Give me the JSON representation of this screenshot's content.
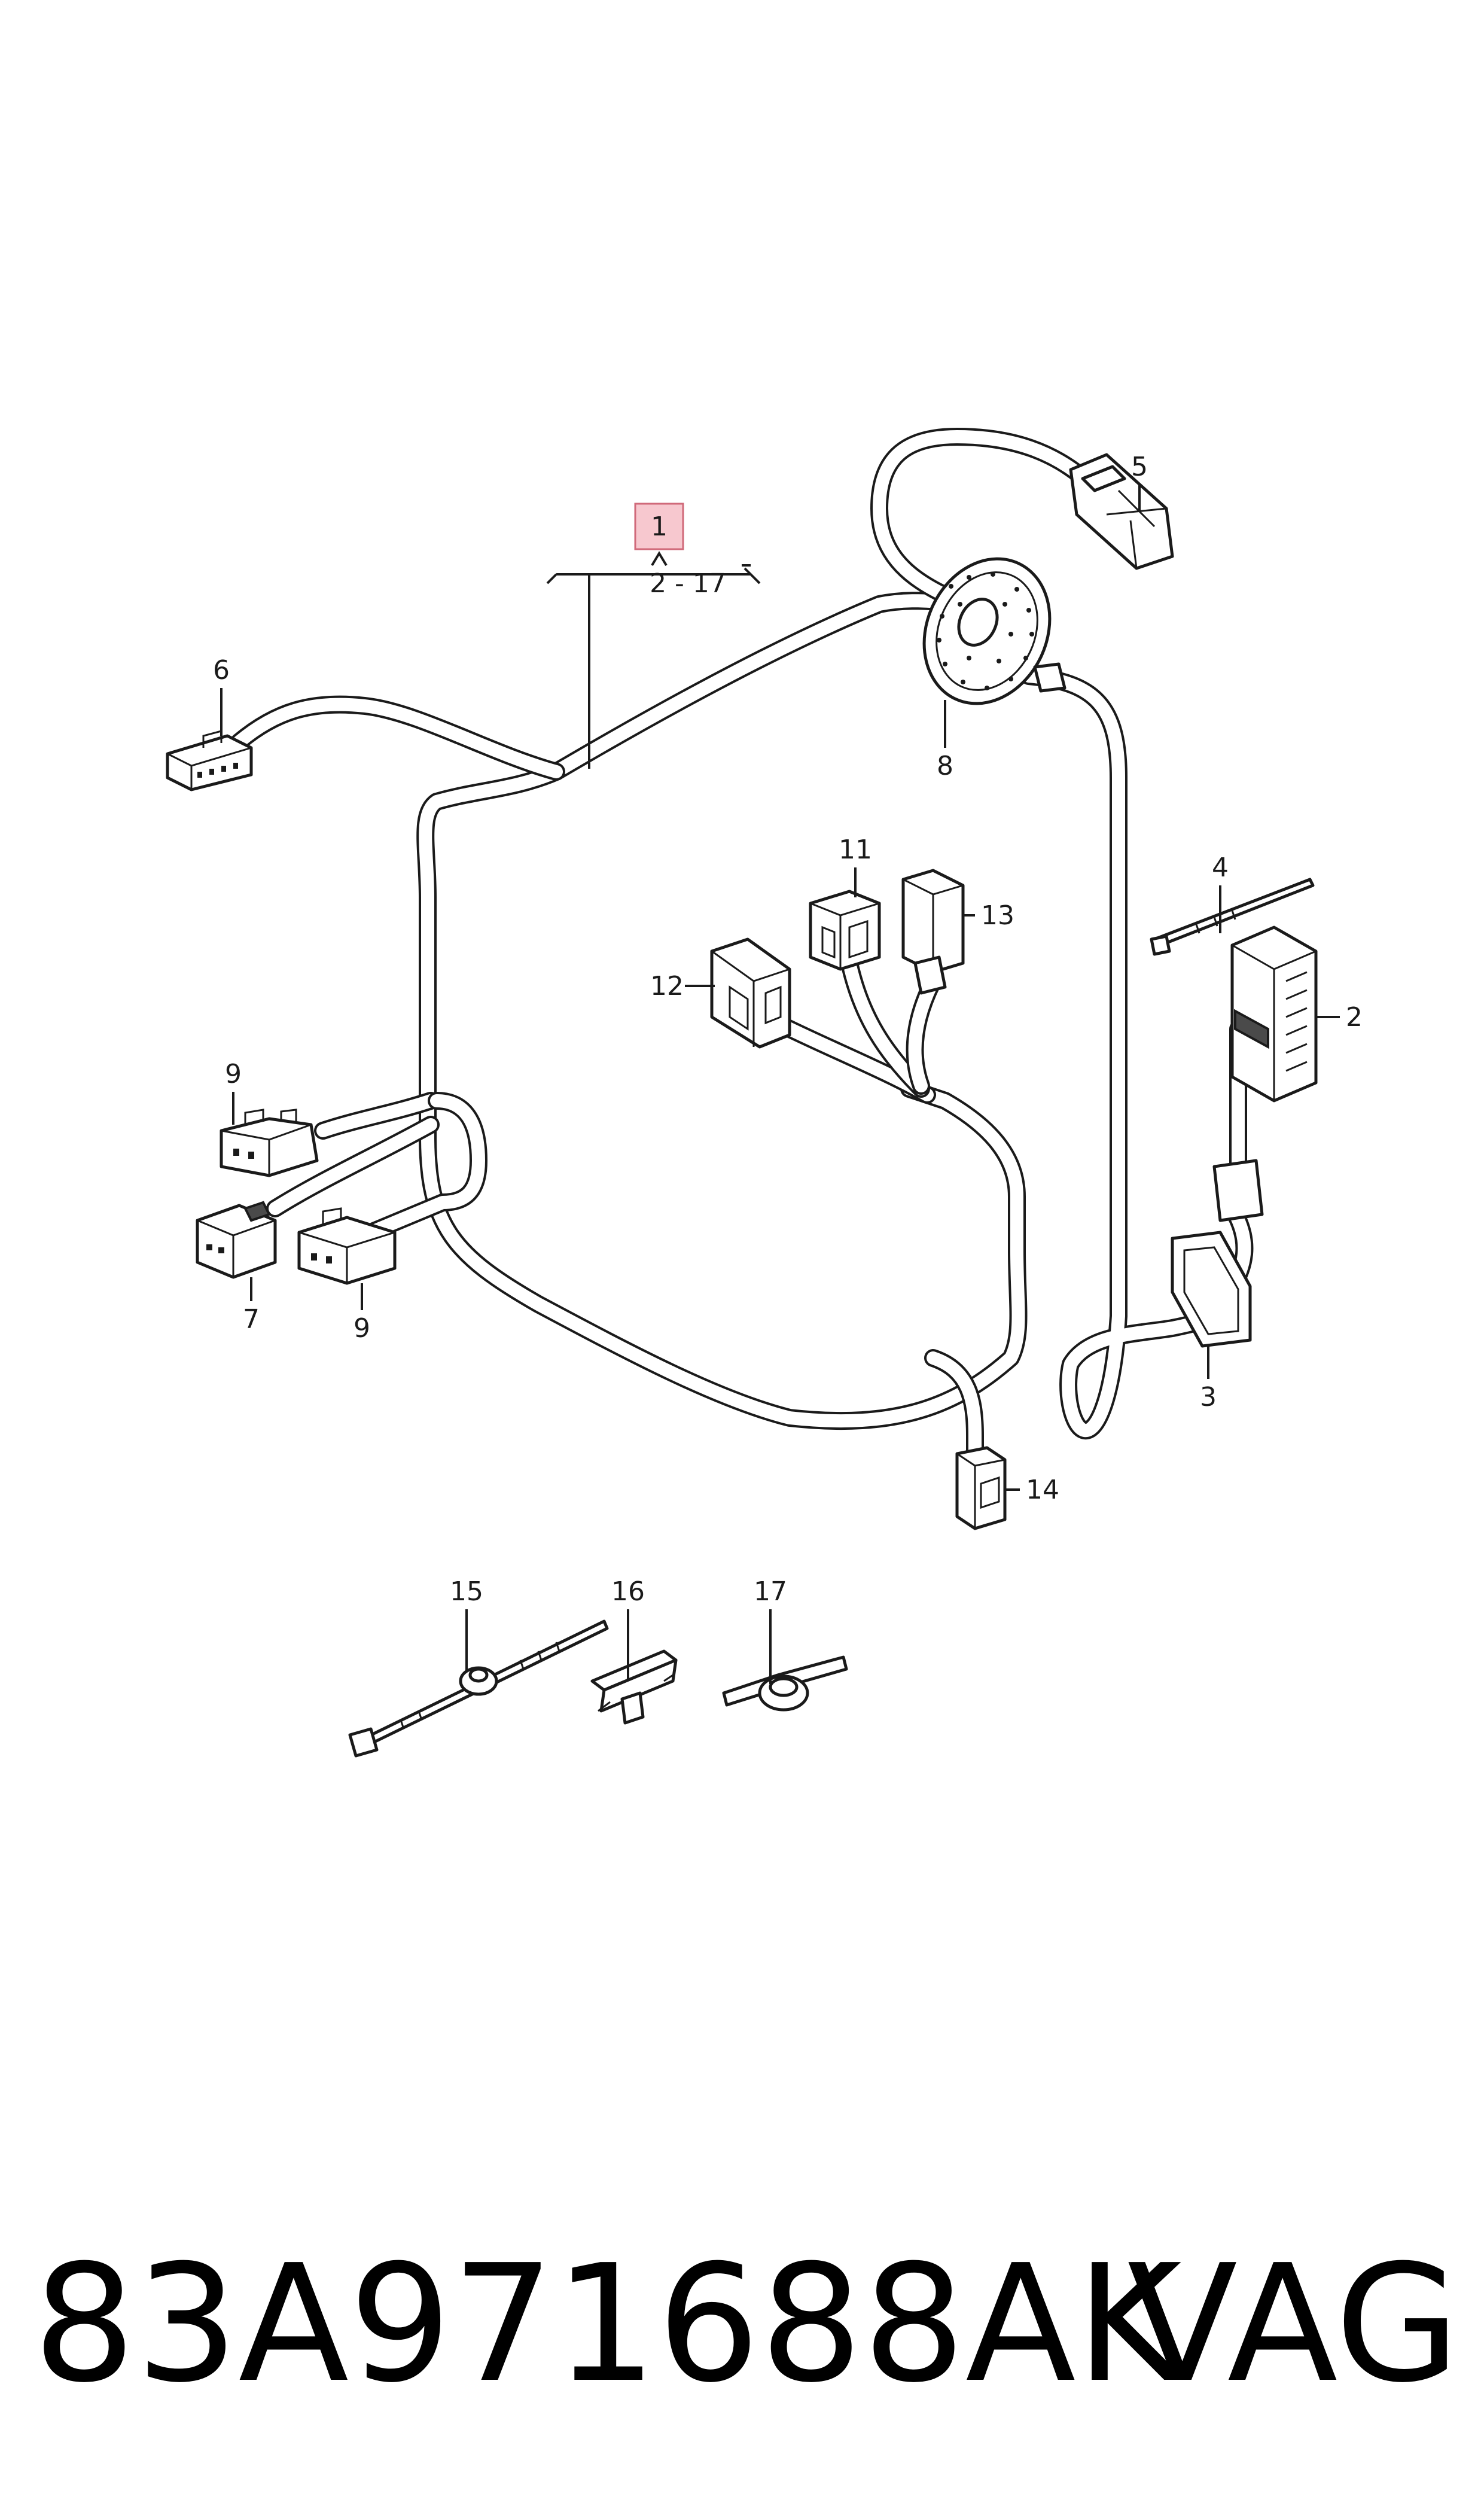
{
  "diagram": {
    "main_callout": "1",
    "main_range": "2 - 17",
    "highlight_color": "#f7c8cf",
    "highlight_border": "#d06a7a",
    "callouts": {
      "c2": "2",
      "c3": "3",
      "c4": "4",
      "c5": "5",
      "c6": "6",
      "c7": "7",
      "c8": "8",
      "c9a": "9",
      "c9b": "9",
      "c11": "11",
      "c12": "12",
      "c13": "13",
      "c14": "14",
      "c15": "15",
      "c16": "16",
      "c17": "17"
    }
  },
  "footer": {
    "part_number": "83A971688AK",
    "brand": "VAG"
  }
}
